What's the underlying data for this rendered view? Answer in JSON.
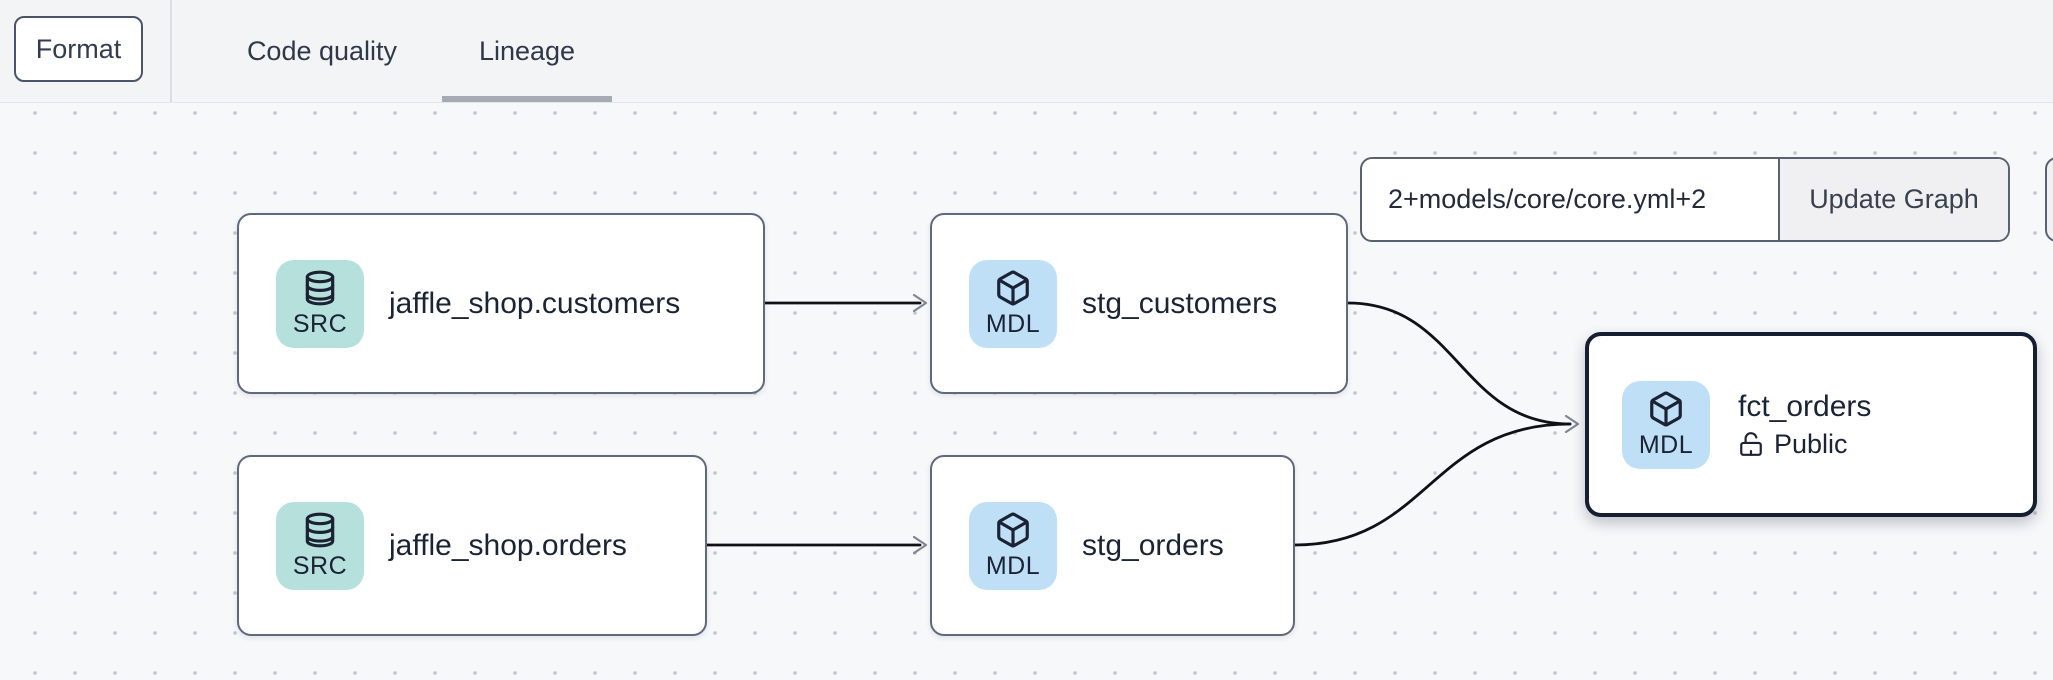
{
  "header": {
    "format_label": "Format",
    "tabs": [
      {
        "label": "Code quality",
        "active": false
      },
      {
        "label": "Lineage",
        "active": true
      }
    ]
  },
  "controls": {
    "selector_value": "2+models/core/core.yml+2",
    "update_label": "Update Graph"
  },
  "nodes": [
    {
      "type": "source",
      "badge": "SRC",
      "icon": "database-icon",
      "label": "jaffle_shop.customers"
    },
    {
      "type": "source",
      "badge": "SRC",
      "icon": "database-icon",
      "label": "jaffle_shop.orders"
    },
    {
      "type": "model",
      "badge": "MDL",
      "icon": "cube-icon",
      "label": "stg_customers"
    },
    {
      "type": "model",
      "badge": "MDL",
      "icon": "cube-icon",
      "label": "stg_orders"
    },
    {
      "type": "model",
      "badge": "MDL",
      "icon": "cube-icon",
      "label": "fct_orders",
      "access": "Public",
      "selected": true
    }
  ],
  "edges": [
    {
      "from": "jaffle_shop.customers",
      "to": "stg_customers"
    },
    {
      "from": "jaffle_shop.orders",
      "to": "stg_orders"
    },
    {
      "from": "stg_customers",
      "to": "fct_orders"
    },
    {
      "from": "stg_orders",
      "to": "fct_orders"
    }
  ],
  "colors": {
    "toolbar_bg": "#f3f4f6",
    "canvas_bg": "#f7f8fa",
    "dot_grid": "#c2c6cf",
    "source_badge_bg": "#b5e0db",
    "model_badge_bg": "#bfdff7",
    "node_border": "#5f697c",
    "selected_node_border": "#161e32",
    "edge_stroke": "#0f1116",
    "arrowhead": "#7e8694",
    "active_tab_underline": "#a6aab3"
  }
}
